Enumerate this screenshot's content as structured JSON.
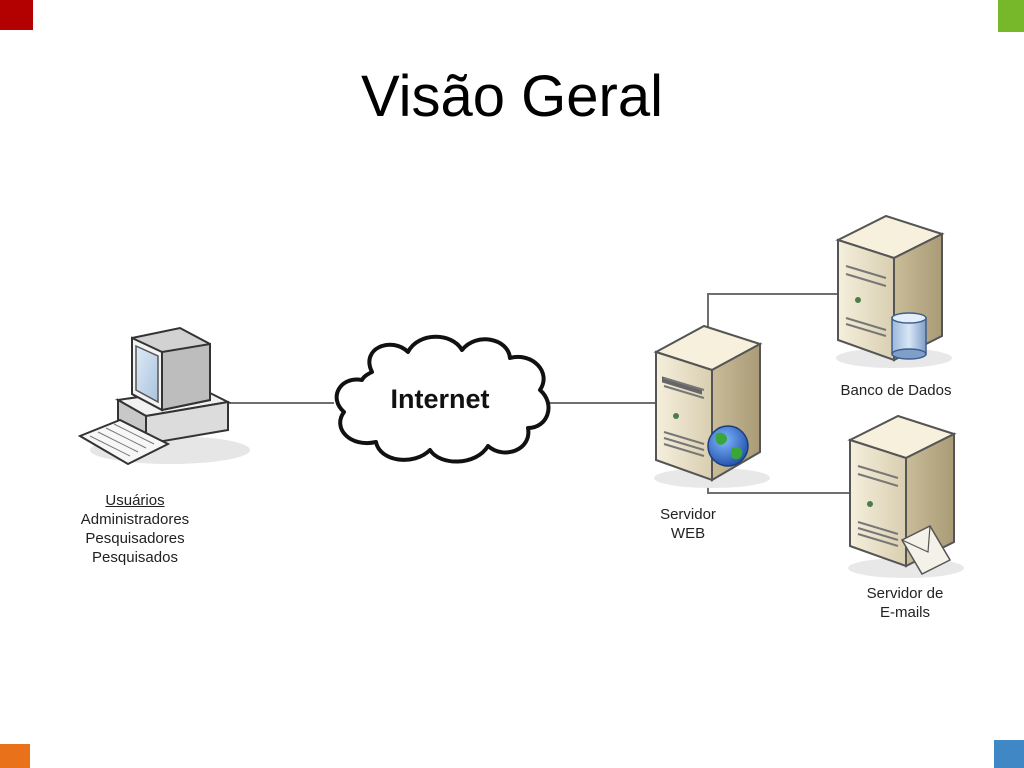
{
  "slide": {
    "title": "Visão Geral",
    "corner_colors": {
      "top_left": "#b30000",
      "top_right": "#76b82a",
      "bottom_left": "#e8711a",
      "bottom_right": "#3f88c5"
    }
  },
  "diagram": {
    "cloud": {
      "label": "Internet"
    },
    "client": {
      "heading": "Usuários",
      "roles": [
        "Administradores",
        "Pesquisadores",
        "Pesquisados"
      ],
      "icon": "desktop-computer-icon"
    },
    "web_server": {
      "line1": "Servidor",
      "line2": "WEB",
      "icon": "web-server-icon"
    },
    "database_server": {
      "label": "Banco de Dados",
      "icon": "database-server-icon"
    },
    "mail_server": {
      "line1": "Servidor de",
      "line2": "E-mails",
      "icon": "mail-server-icon"
    }
  }
}
